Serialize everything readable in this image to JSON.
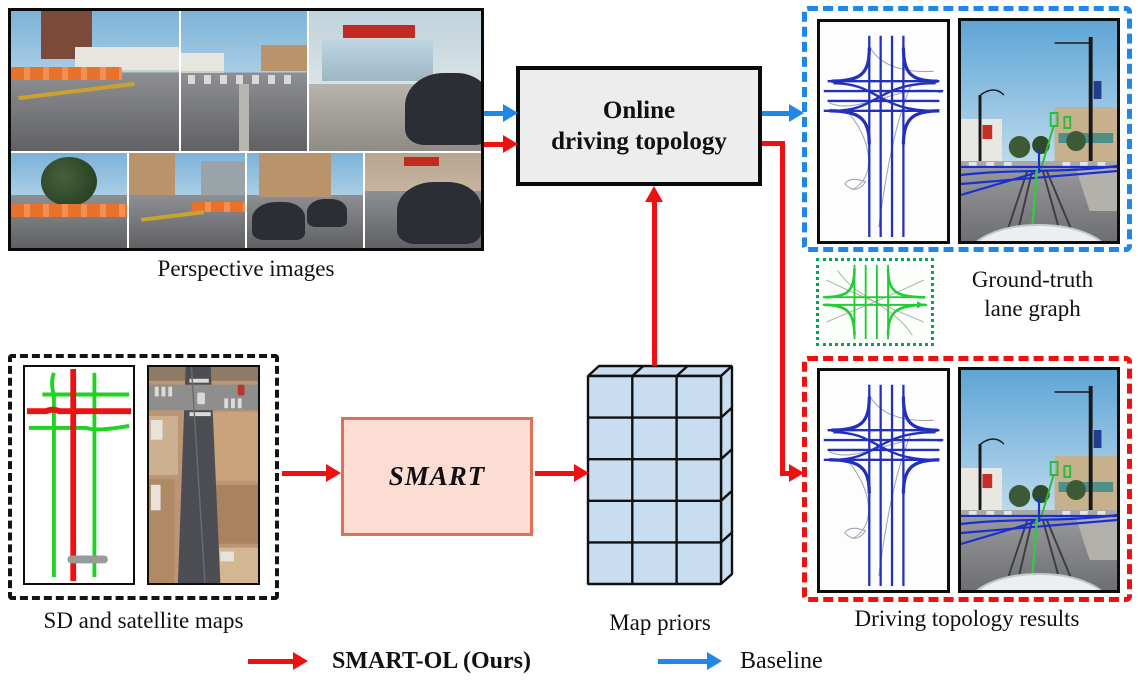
{
  "figure": {
    "type": "pipeline-diagram",
    "topic": "online driving topology with map priors"
  },
  "colors": {
    "ours_red": "#ee1111",
    "baseline_blue": "#1e87e8",
    "gt_green": "#00a651",
    "lane_green": "#22cc33",
    "lane_blue": "#2330bb",
    "online_fill": "#ededed",
    "smart_fill": "#fbddd3",
    "smart_border": "#df7057",
    "cube_fill": "#c9ddf1"
  },
  "perspective": {
    "label": "Perspective images"
  },
  "online_box": {
    "line1": "Online",
    "line2": "driving topology"
  },
  "ground_truth": {
    "line1": "Ground-truth",
    "line2": "lane graph"
  },
  "sd_maps": {
    "label": "SD and satellite maps"
  },
  "smart": {
    "label": "SMART"
  },
  "map_priors": {
    "label": "Map priors"
  },
  "results": {
    "label": "Driving topology results"
  },
  "legend": {
    "ours": "SMART-OL (Ours)",
    "baseline": "Baseline"
  }
}
